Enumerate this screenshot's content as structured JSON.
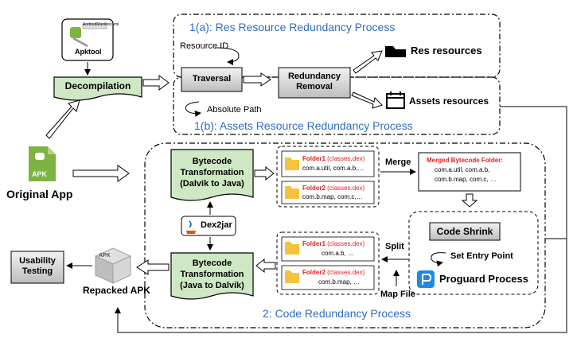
{
  "res": {
    "title": "1(a): Res Resource  Redundancy Process",
    "resource_id": "Resource ID",
    "traversal": "Traversal",
    "redundancy_removal": "Redundancy Removal",
    "res_resources": "Res resources",
    "assets_resources": "Assets resources",
    "absolute_path": "Absolute Path",
    "assets_title": "1(b): Assets Resource  Redundancy Process"
  },
  "left": {
    "apktool_label": "Apktool",
    "apktool_logo_text": "AndroidManifest.xml",
    "decompilation": "Decompilation",
    "apk_icon": "APK",
    "original_app": "Original App",
    "usability_testing": "Usability Testing",
    "repacked_apk": "Repacked APK",
    "repacked_icon": "APK"
  },
  "code": {
    "bt1": "Bytecode Transformation (Dalvik to Java)",
    "dex2jar": "Dex2jar",
    "bt2": "Bytecode Transformation (Java to Dalvik)",
    "folder1_name": "Folder1",
    "folder1_dex": "(classes.dex)",
    "folder1_content": "com.a.util, com.a.b,…",
    "folder2_name": "Folder2",
    "folder2_dex": "(classes.dex)",
    "folder2_content": "com.b.map, com.c,…",
    "merge": "Merge",
    "merged_title": "Merged Bytecode Folder:",
    "merged_line1": "com.a.util, com.a.b,",
    "merged_line2": "com.b.map, com.c, …",
    "code_shrink": "Code Shrink",
    "set_entry_point": "Set Entry Point",
    "proguard": "Proguard Process",
    "split": "Split",
    "folder3_name": "Folder1",
    "folder3_dex": "(classes.dex)",
    "folder3_content": "com.a.b, …",
    "folder4_name": "Folder2",
    "folder4_dex": "(classes.dex)",
    "folder4_content": "com.b.map, …",
    "map_file": "Map File",
    "title": "2: Code Redundancy Process"
  },
  "colors": {
    "accent_blue": "#2e6bc6",
    "doc_green": "#cfe8c4",
    "folder_yellow": "#f5c33b",
    "red_text": "#e02020",
    "gray_box": "#d9d9d9",
    "android_green": "#7cb342"
  }
}
